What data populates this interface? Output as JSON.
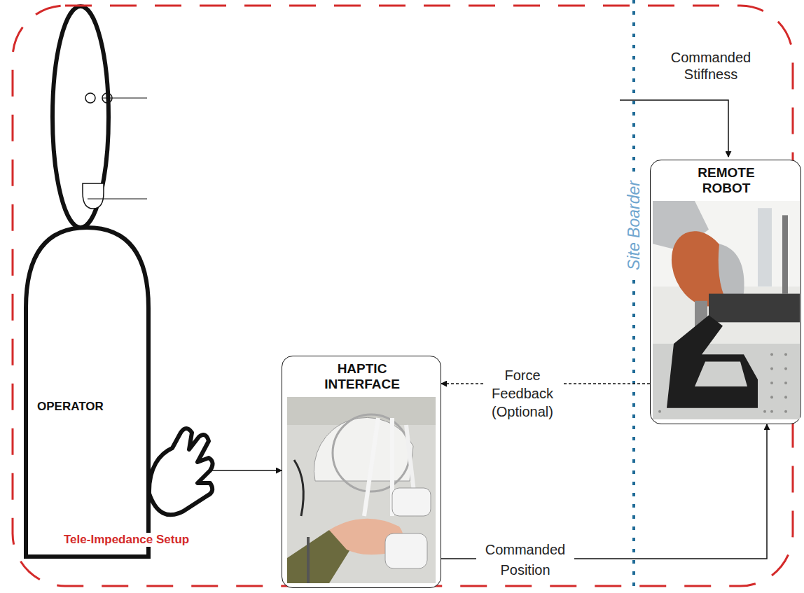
{
  "diagram": {
    "nodes": [
      {
        "text": [
          "Tele-Impedance Setup"
        ]
      },
      {
        "text": [
          "OPERATOR"
        ],
        "in": 0
      },
      {
        "text": [
          "HAPTIC INTERFACE"
        ],
        "in": 0
      },
      {
        "text": [
          "REMOTE ROBOT"
        ],
        "in": 0
      }
    ],
    "edges": [
      {
        "from": 1,
        "to": 2,
        "arrow": "to"
      },
      {
        "from": 3,
        "to": 2,
        "label": "Force Feedback (Optional)",
        "arrow": "to"
      },
      {
        "from": 2,
        "to": 3,
        "label": "Commanded Position",
        "arrow": "to"
      }
    ],
    "labels": [
      "Site Boarder",
      "Commanded Stiffness"
    ]
  }
}
